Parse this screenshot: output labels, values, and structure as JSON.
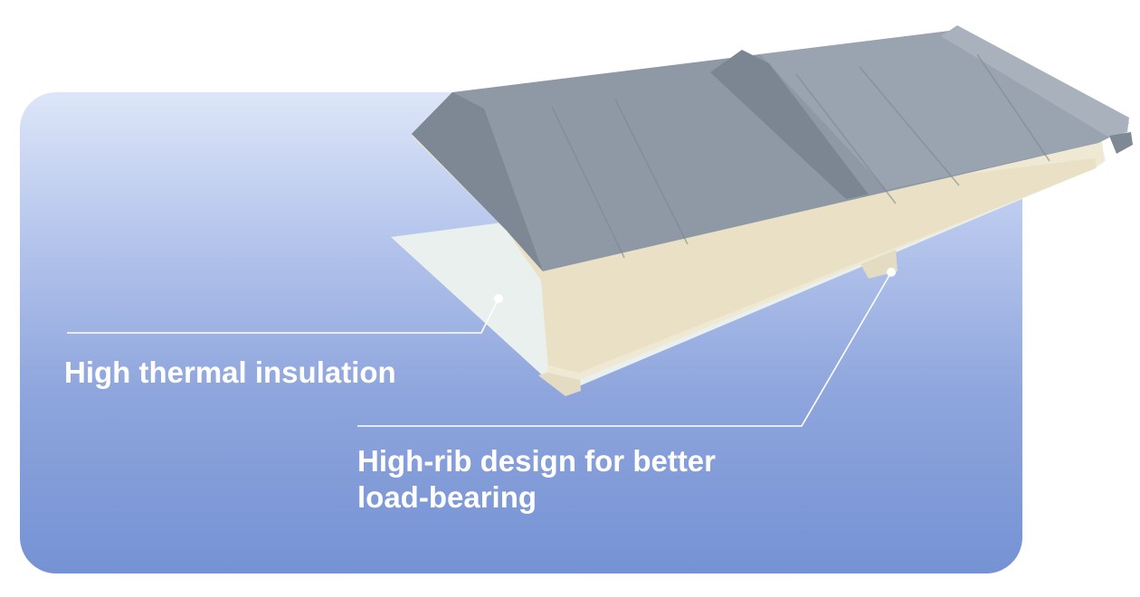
{
  "callouts": {
    "insulation": {
      "text": "High thermal insulation"
    },
    "rib": {
      "line1": "High-rib design for better",
      "line2": "load-bearing"
    }
  },
  "colors": {
    "card_top": "#dde6f8",
    "card_bottom": "#7592d4",
    "panel_steel": "#8f98a5",
    "panel_foam": "#efe8d2",
    "panel_underside": "#eaf0ed",
    "text": "#ffffff"
  },
  "icons": {
    "product": "sandwich-roof-panel-image"
  }
}
